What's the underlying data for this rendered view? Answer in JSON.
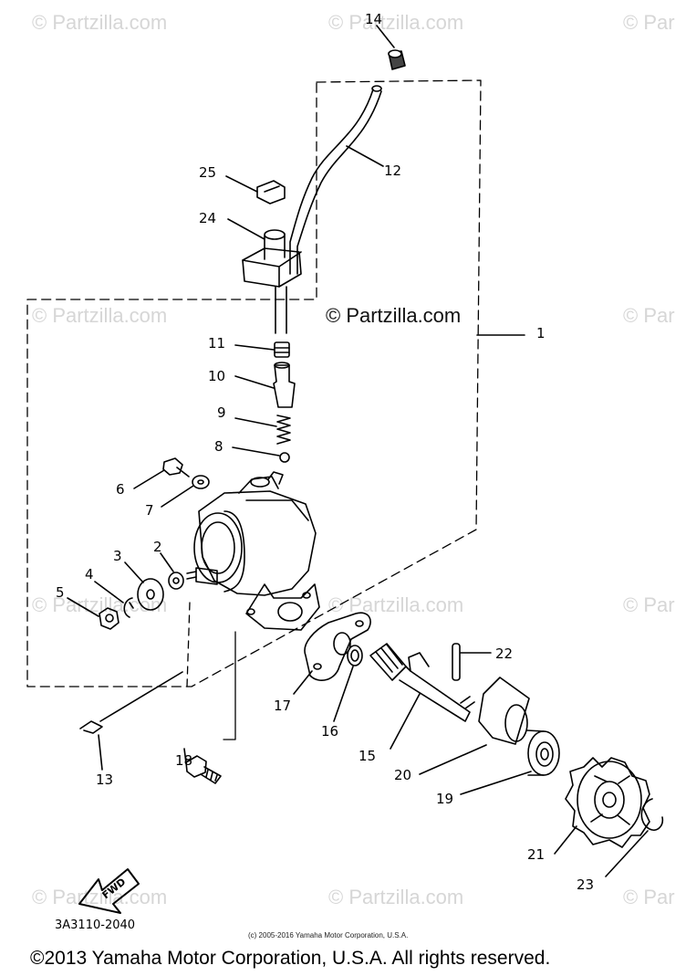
{
  "watermark": {
    "text": "© Partzilla.com",
    "partial": "© Par",
    "center": "© Partzilla.com"
  },
  "callouts": [
    "1",
    "2",
    "3",
    "4",
    "5",
    "6",
    "7",
    "8",
    "9",
    "10",
    "11",
    "12",
    "13",
    "14",
    "15",
    "16",
    "17",
    "18",
    "19",
    "20",
    "21",
    "22",
    "23",
    "24",
    "25"
  ],
  "diagram_code": "3A3110-2040",
  "fwd_label": "FWD",
  "small_copyright": "(c) 2005-2016 Yamaha Motor Corporation, U.S.A.",
  "footer_copyright": "©2013 Yamaha Motor Corporation, U.S.A. All rights reserved."
}
